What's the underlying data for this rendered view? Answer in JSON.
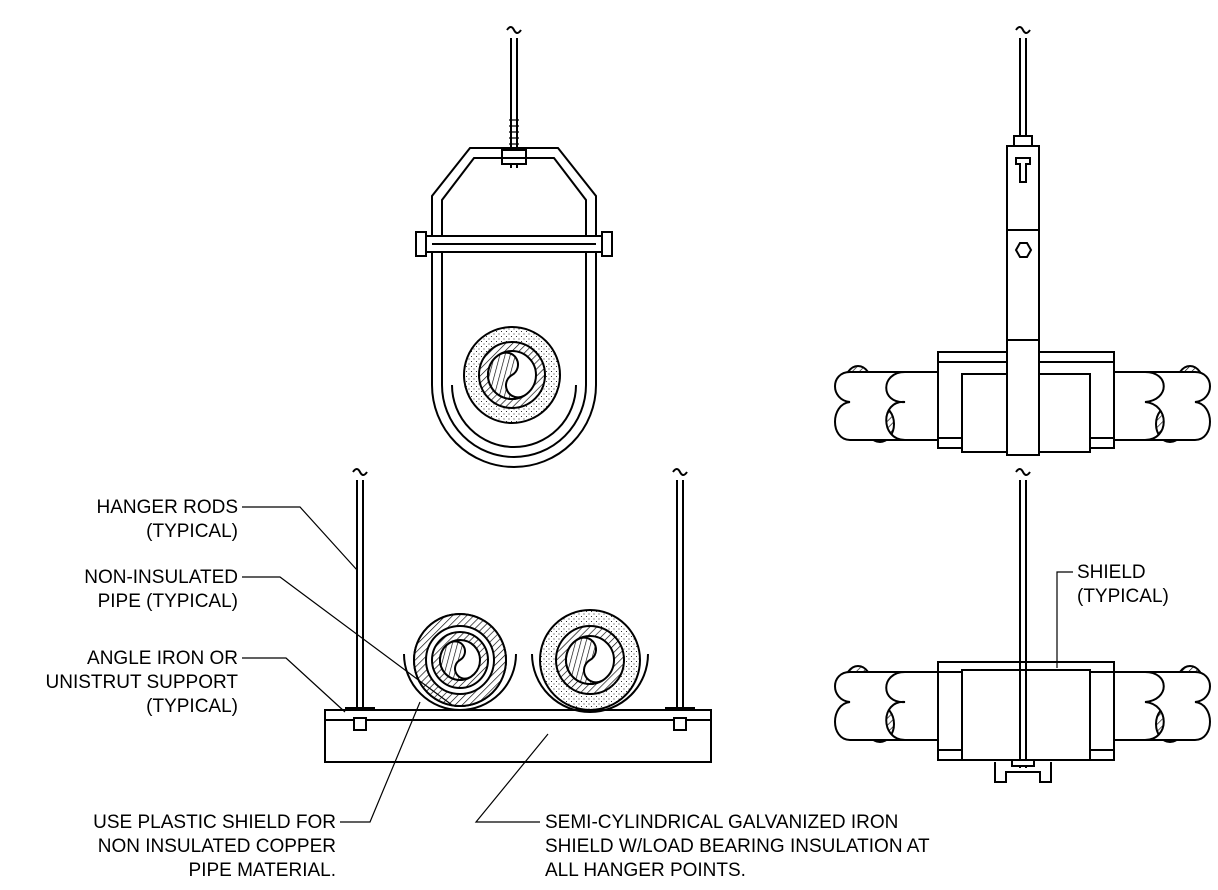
{
  "labels": {
    "hanger_rods": [
      "HANGER RODS",
      "(TYPICAL)"
    ],
    "non_insulated_pipe": [
      "NON-INSULATED",
      "PIPE (TYPICAL)"
    ],
    "angle_iron": [
      "ANGLE IRON OR",
      "UNISTRUT SUPPORT",
      "(TYPICAL)"
    ],
    "shield": [
      "SHIELD",
      "(TYPICAL)"
    ],
    "plastic_shield": [
      "USE PLASTIC SHIELD FOR",
      "NON INSULATED COPPER",
      "PIPE MATERIAL."
    ],
    "semi_cylindrical": [
      "SEMI-CYLINDRICAL GALVANIZED IRON",
      "SHIELD W/LOAD BEARING INSULATION AT",
      "ALL HANGER POINTS."
    ]
  },
  "colors": {
    "line": "#000000",
    "background": "#ffffff"
  }
}
